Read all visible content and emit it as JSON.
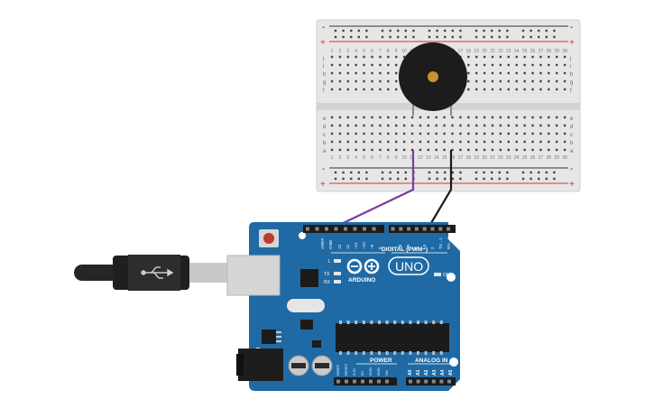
{
  "breadboard": {
    "rail_plus": "+",
    "rail_minus": "-",
    "row_letters_top": [
      "j",
      "i",
      "h",
      "g",
      "f"
    ],
    "row_letters_bottom": [
      "e",
      "d",
      "c",
      "b",
      "a"
    ],
    "column_count": 30,
    "column_labels": [
      "1",
      "2",
      "3",
      "4",
      "5",
      "6",
      "7",
      "8",
      "9",
      "10",
      "11",
      "12",
      "13",
      "14",
      "15",
      "16",
      "17",
      "18",
      "19",
      "20",
      "21",
      "22",
      "23",
      "24",
      "25",
      "26",
      "27",
      "28",
      "29",
      "30"
    ]
  },
  "wires": [
    {
      "name": "signal-wire",
      "color": "#7b3f9e"
    },
    {
      "name": "ground-wire",
      "color": "#1a1a1a"
    }
  ],
  "arduino": {
    "brand": "ARDUINO",
    "model": "UNO",
    "digital_header_label": "DIGITAL (PWM~)",
    "digital_pins_left": [
      "AREF",
      "GND",
      "13",
      "12",
      "~11",
      "~10",
      "~9",
      "8"
    ],
    "digital_pins_right": [
      "7",
      "~6",
      "~5",
      "4",
      "~3",
      "2",
      "TX→1",
      "RX←0"
    ],
    "power_label": "POWER",
    "power_pins": [
      "IOREF",
      "RESET",
      "3.3V",
      "5V",
      "GND",
      "GND",
      "Vin"
    ],
    "analog_label": "ANALOG IN",
    "analog_pins": [
      "A0",
      "A1",
      "A2",
      "A3",
      "A4",
      "A5"
    ],
    "led_labels": [
      "L",
      "TX",
      "RX"
    ],
    "on_label": "ON"
  },
  "colors": {
    "board_blue": "#1f6aa5",
    "breadboard": "#e6e6e6",
    "rail_red": "#d93030",
    "buzzer": "#1c1c1c",
    "buzzer_center": "#c7922f"
  }
}
